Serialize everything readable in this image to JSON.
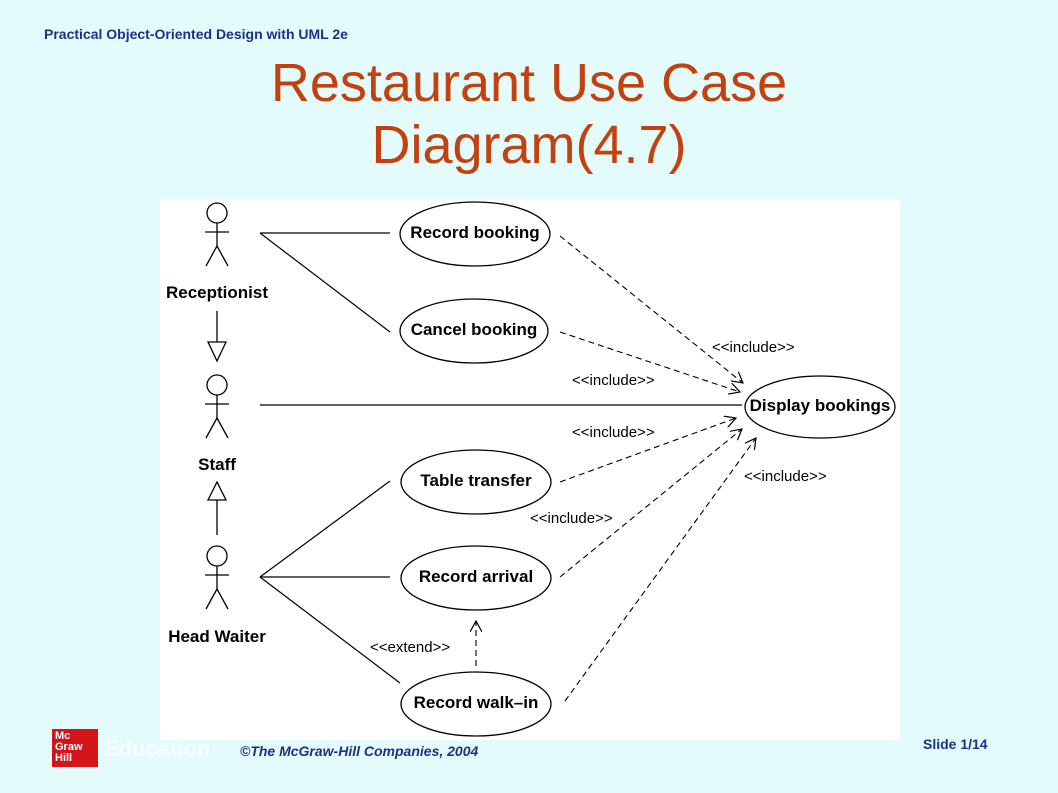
{
  "header": "Practical Object-Oriented Design with UML 2e",
  "title": {
    "line1": "Restaurant Use Case",
    "line2": "Diagram(4.7)"
  },
  "diagram": {
    "actors": {
      "receptionist": "Receptionist",
      "staff": "Staff",
      "head_waiter": "Head Waiter"
    },
    "use_cases": {
      "record_booking": "Record booking",
      "cancel_booking": "Cancel booking",
      "display_bookings": "Display bookings",
      "table_transfer": "Table transfer",
      "record_arrival": "Record arrival",
      "record_walkin": "Record walk–in"
    },
    "relations": {
      "include_1": "<<include>>",
      "include_2": "<<include>>",
      "include_3": "<<include>>",
      "include_4": "<<include>>",
      "include_5": "<<include>>",
      "extend": "<<extend>>"
    }
  },
  "footer": {
    "logo_line1": "Mc",
    "logo_line2": "Graw",
    "logo_line3": "Hill",
    "logo_text": "Education",
    "copyright": "©The McGraw-Hill Companies, 2004",
    "slide": "Slide 1/14"
  },
  "colors": {
    "background": "#e3fbfb",
    "title": "#c3400f",
    "header_text": "#1d2f8a",
    "logo": "#d4141b"
  }
}
